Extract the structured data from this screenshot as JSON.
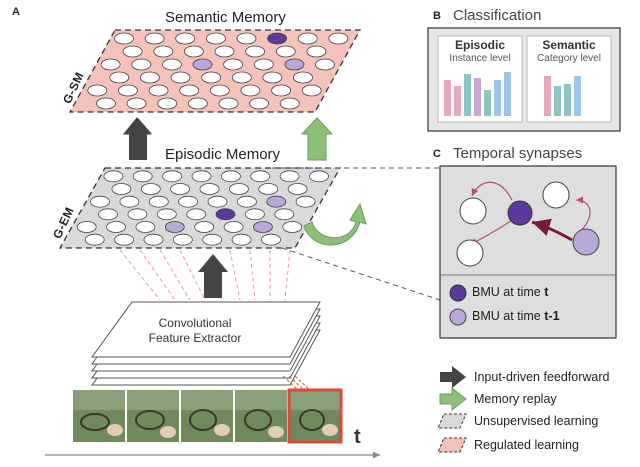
{
  "panel_a": {
    "letter": "A",
    "semantic_title": "Semantic Memory",
    "episodic_title": "Episodic Memory",
    "gsm_label": "G-SM",
    "gem_label": "G-EM",
    "cnn_label_1": "Convolutional",
    "cnn_label_2": "Feature Extractor",
    "time_label": "t"
  },
  "panel_b": {
    "letter": "B",
    "title": "Classification",
    "episodic_head": "Episodic",
    "episodic_sub": "Instance level",
    "semantic_head": "Semantic",
    "semantic_sub": "Category level"
  },
  "panel_c": {
    "letter": "C",
    "title": "Temporal synapses",
    "bmu_t": "BMU at time ",
    "bmu_t_bold": "t",
    "bmu_t1": "BMU at time ",
    "bmu_t1_bold": "t-1"
  },
  "legend": {
    "feedforward": "Input-driven feedforward",
    "replay": "Memory replay",
    "unsupervised": "Unsupervised learning",
    "regulated": "Regulated learning"
  },
  "colors": {
    "bmu_t": "#5b3a9e",
    "bmu_t1": "#b8a8d8",
    "semantic_fill": "#f4c2b8",
    "episodic_fill": "#d9d9d9",
    "arrow_dark": "#444444",
    "arrow_green": "#8cc07a",
    "regulated_red": "#d94a3a"
  }
}
